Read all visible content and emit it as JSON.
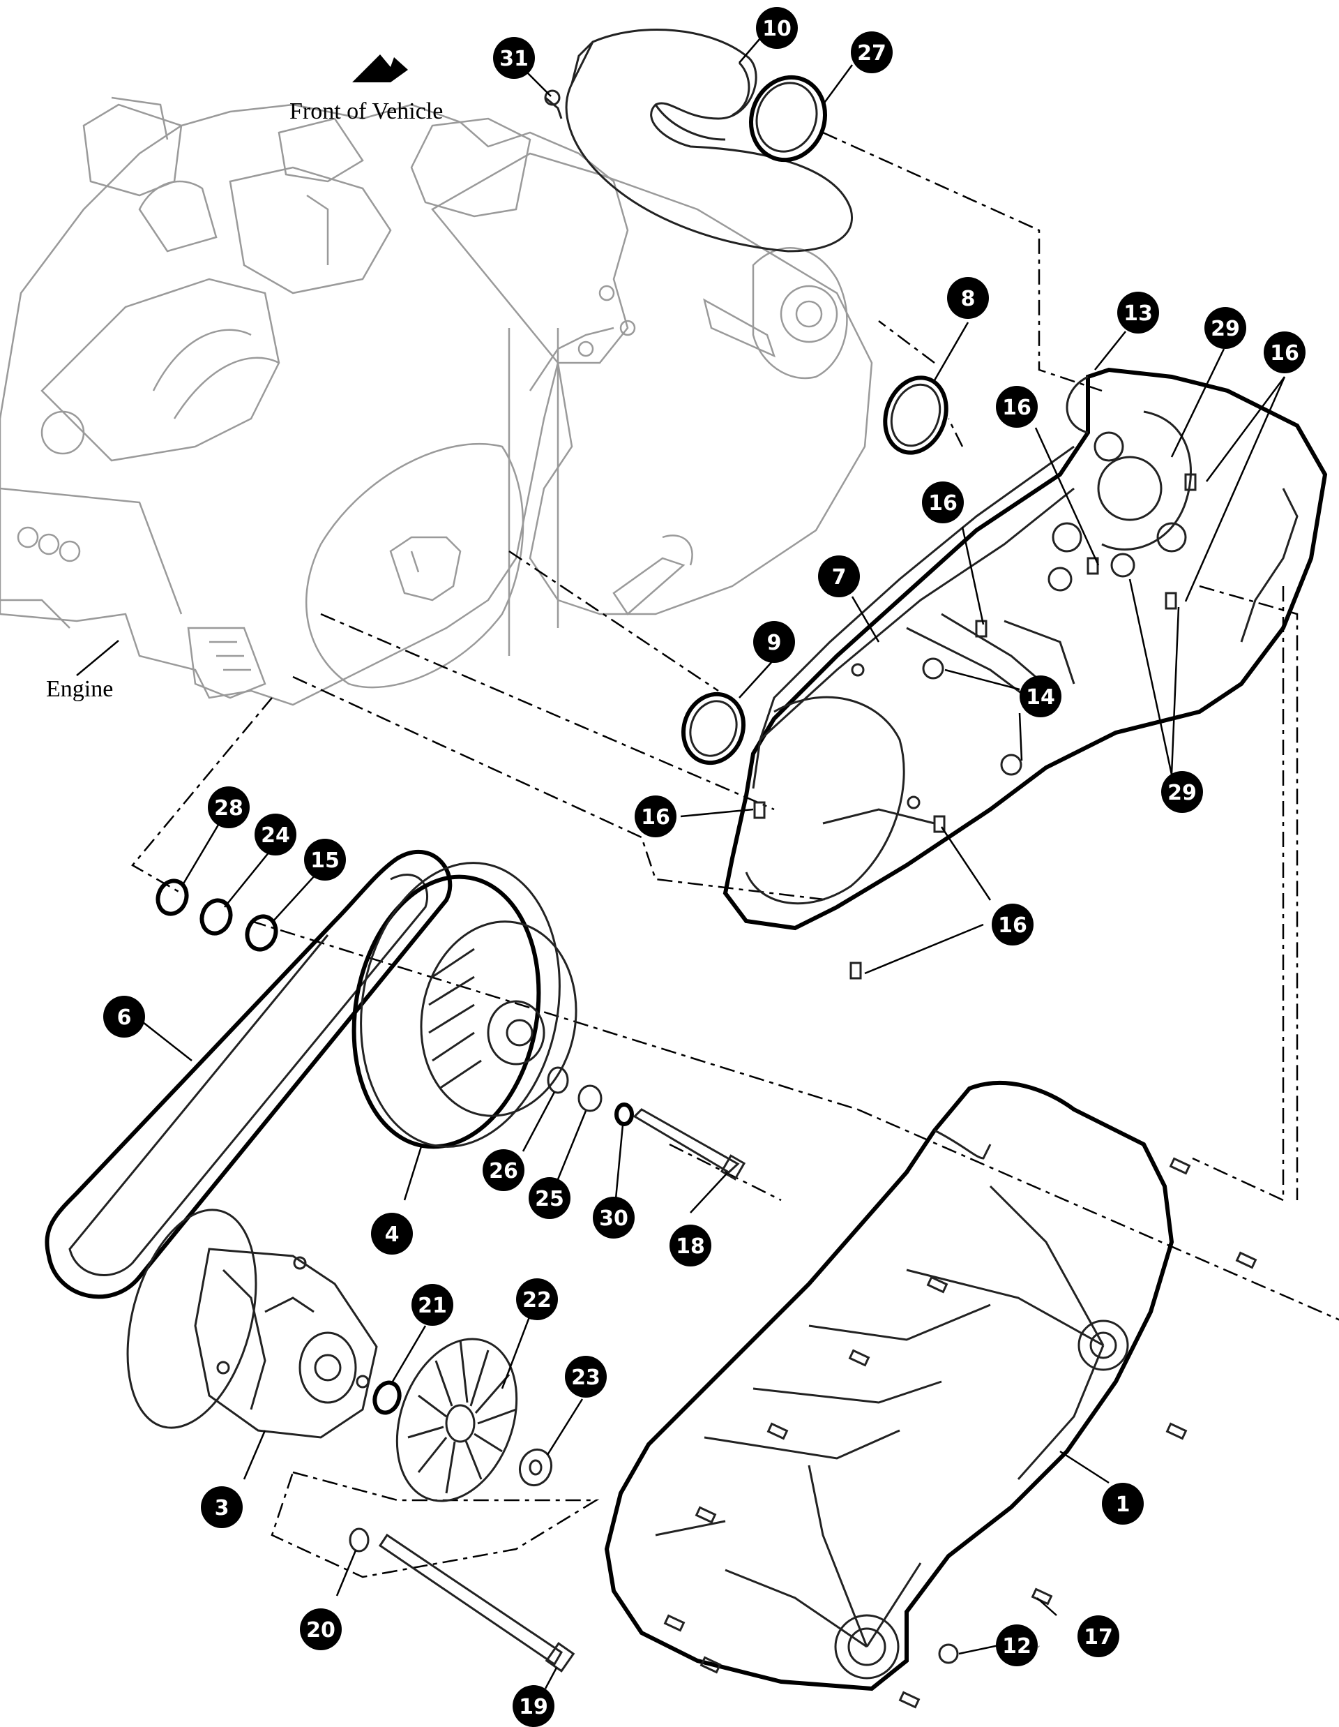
{
  "labels": {
    "front_of_vehicle": "Front of Vehicle",
    "engine": "Engine"
  },
  "callouts": [
    {
      "id": "c31",
      "number": "31"
    },
    {
      "id": "c10",
      "number": "10"
    },
    {
      "id": "c27",
      "number": "27"
    },
    {
      "id": "c8",
      "number": "8"
    },
    {
      "id": "c13",
      "number": "13"
    },
    {
      "id": "c29a",
      "number": "29"
    },
    {
      "id": "c16a",
      "number": "16"
    },
    {
      "id": "c16b",
      "number": "16"
    },
    {
      "id": "c16c",
      "number": "16"
    },
    {
      "id": "c7",
      "number": "7"
    },
    {
      "id": "c9",
      "number": "9"
    },
    {
      "id": "c14",
      "number": "14"
    },
    {
      "id": "c29b",
      "number": "29"
    },
    {
      "id": "c16d",
      "number": "16"
    },
    {
      "id": "c16e",
      "number": "16"
    },
    {
      "id": "c28",
      "number": "28"
    },
    {
      "id": "c24",
      "number": "24"
    },
    {
      "id": "c15",
      "number": "15"
    },
    {
      "id": "c6",
      "number": "6"
    },
    {
      "id": "c26",
      "number": "26"
    },
    {
      "id": "c25",
      "number": "25"
    },
    {
      "id": "c30",
      "number": "30"
    },
    {
      "id": "c18",
      "number": "18"
    },
    {
      "id": "c4",
      "number": "4"
    },
    {
      "id": "c21",
      "number": "21"
    },
    {
      "id": "c22",
      "number": "22"
    },
    {
      "id": "c23",
      "number": "23"
    },
    {
      "id": "c3",
      "number": "3"
    },
    {
      "id": "c1",
      "number": "1"
    },
    {
      "id": "c20",
      "number": "20"
    },
    {
      "id": "c17",
      "number": "17"
    },
    {
      "id": "c12",
      "number": "12"
    },
    {
      "id": "c19",
      "number": "19"
    }
  ],
  "colors": {
    "callout_fill": "#000000",
    "callout_text": "#ffffff",
    "engine_line": "#9a9a9a",
    "part_line": "#222222"
  }
}
